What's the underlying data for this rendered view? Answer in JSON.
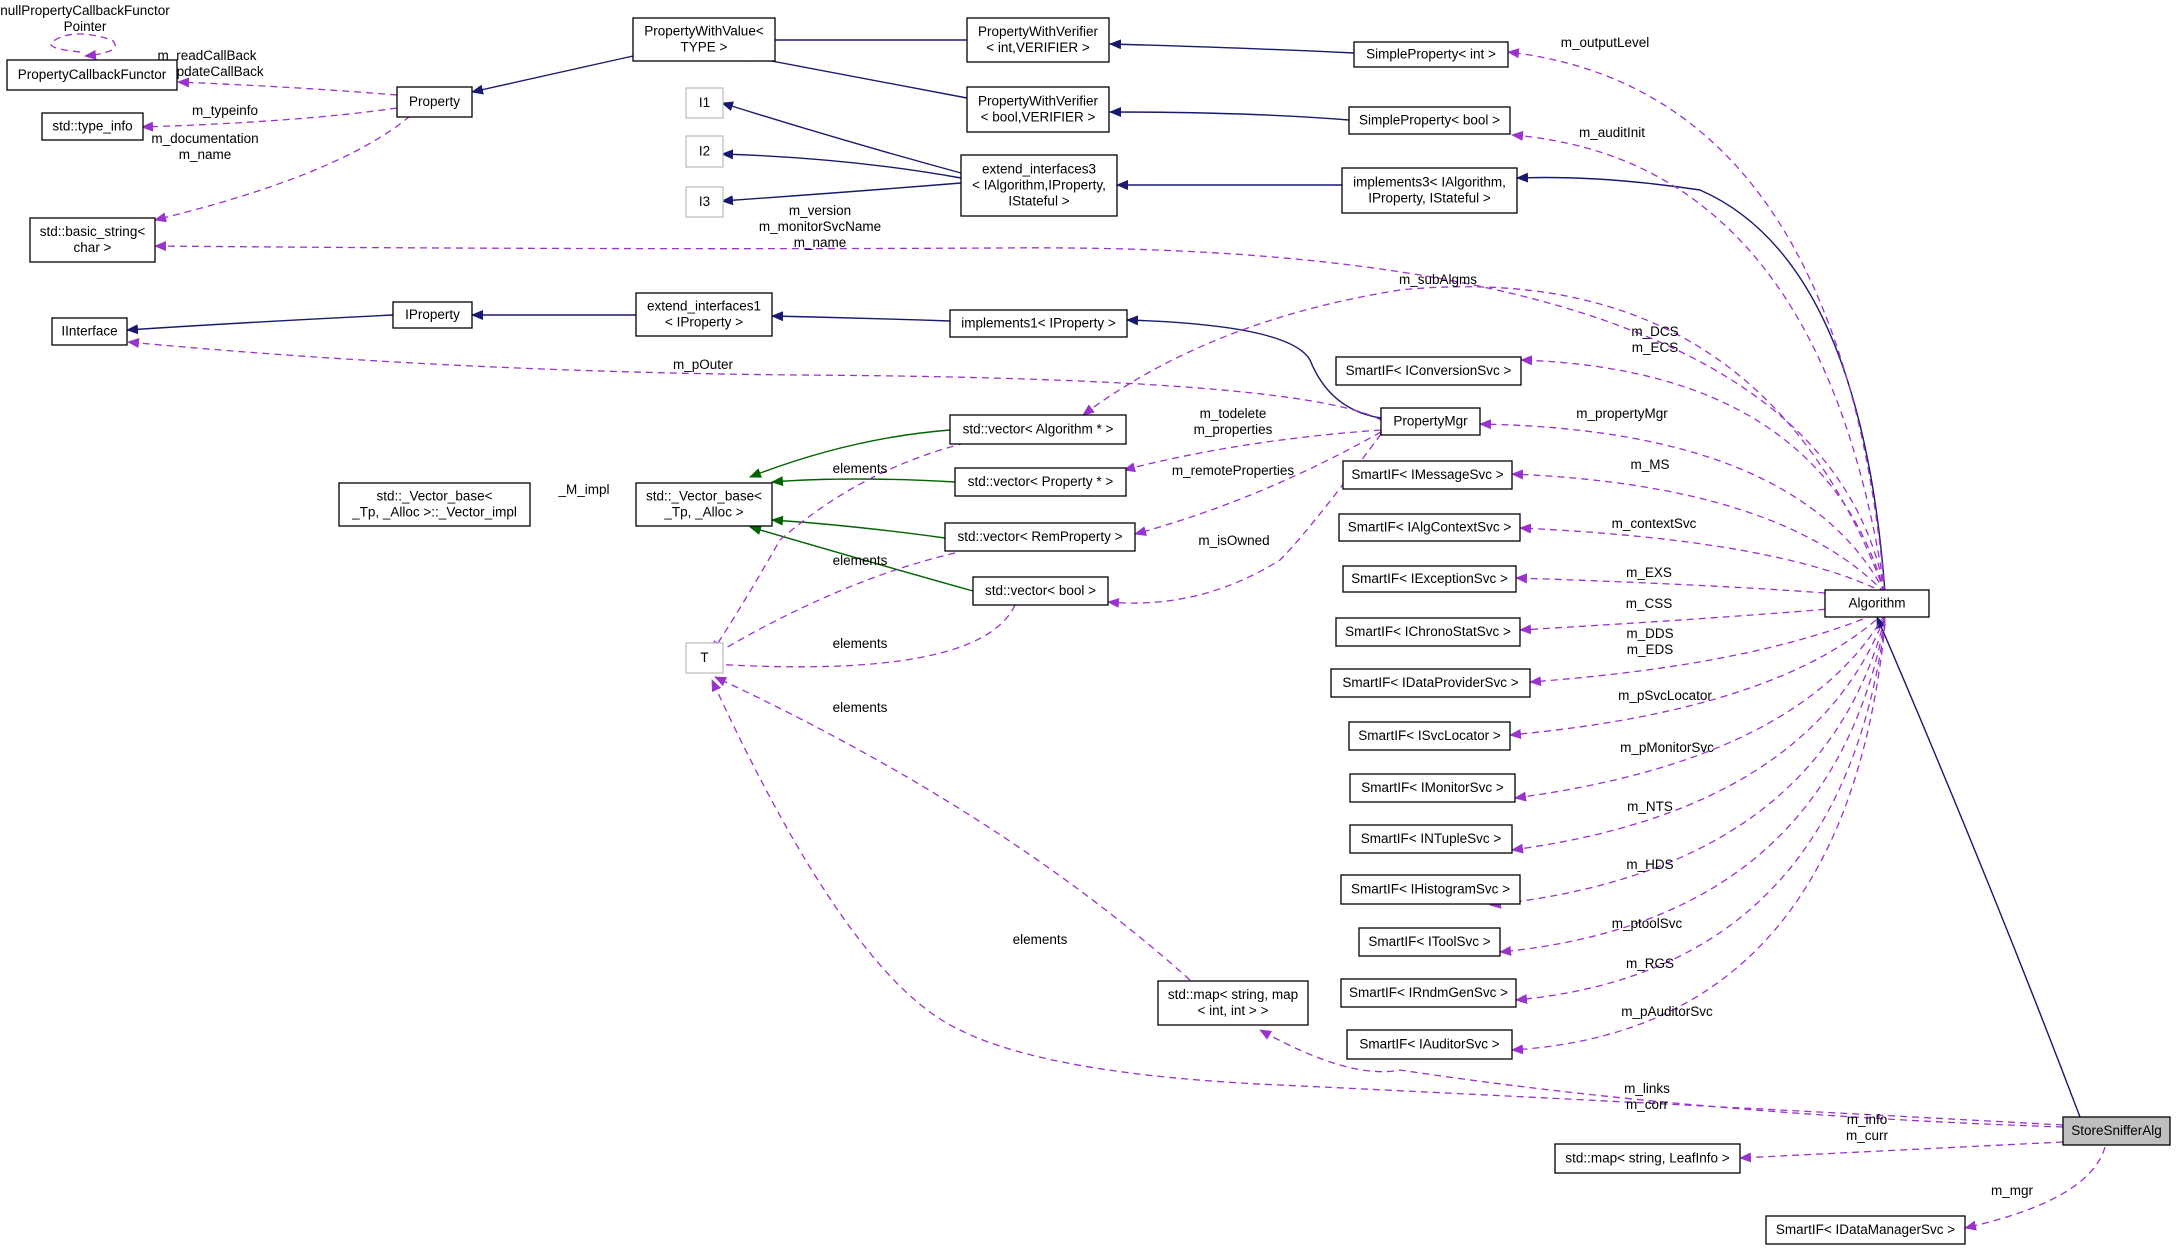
{
  "nodes": {
    "nullProp": [
      "nullPropertyCallbackFunctor",
      "Pointer"
    ],
    "pcf": [
      "PropertyCallbackFunctor"
    ],
    "typeinfo": [
      "std::type_info"
    ],
    "basicstr": [
      "std::basic_string<",
      "char >"
    ],
    "iinterface": [
      "IInterface"
    ],
    "property": [
      "Property"
    ],
    "pwv": [
      "PropertyWithValue<",
      "TYPE >"
    ],
    "pwvInt": [
      "PropertyWithVerifier",
      "< int,VERIFIER >"
    ],
    "pwvBool": [
      "PropertyWithVerifier",
      "< bool,VERIFIER >"
    ],
    "spInt": [
      "SimpleProperty< int >"
    ],
    "spBool": [
      "SimpleProperty< bool >"
    ],
    "i1": [
      "I1"
    ],
    "i2": [
      "I2"
    ],
    "i3": [
      "I3"
    ],
    "ext3": [
      "extend_interfaces3",
      "< IAlgorithm,IProperty,",
      "IStateful >"
    ],
    "impl3": [
      "implements3< IAlgorithm,",
      "IProperty, IStateful >"
    ],
    "iproperty": [
      "IProperty"
    ],
    "ext1": [
      "extend_interfaces1",
      "< IProperty >"
    ],
    "impl1": [
      "implements1< IProperty >"
    ],
    "vecImpl": [
      "std::_Vector_base<",
      "_Tp, _Alloc >::_Vector_impl"
    ],
    "vecBase": [
      "std::_Vector_base<",
      "_Tp, _Alloc >"
    ],
    "vecAlg": [
      "std::vector< Algorithm * >"
    ],
    "vecProp": [
      "std::vector< Property * >"
    ],
    "vecRem": [
      "std::vector< RemProperty >"
    ],
    "vecBool": [
      "std::vector< bool >"
    ],
    "T": [
      "T"
    ],
    "propMgr": [
      "PropertyMgr"
    ],
    "sConv": [
      "SmartIF< IConversionSvc >"
    ],
    "sMsg": [
      "SmartIF< IMessageSvc >"
    ],
    "sCtx": [
      "SmartIF< IAlgContextSvc >"
    ],
    "sExc": [
      "SmartIF< IExceptionSvc >"
    ],
    "sChr": [
      "SmartIF< IChronoStatSvc >"
    ],
    "sDP": [
      "SmartIF< IDataProviderSvc >"
    ],
    "sSvcLoc": [
      "SmartIF< ISvcLocator >"
    ],
    "sMon": [
      "SmartIF< IMonitorSvc >"
    ],
    "sNT": [
      "SmartIF< INTupleSvc >"
    ],
    "sHist": [
      "SmartIF< IHistogramSvc >"
    ],
    "sTool": [
      "SmartIF< IToolSvc >"
    ],
    "sRnd": [
      "SmartIF< IRndmGenSvc >"
    ],
    "sAud": [
      "SmartIF< IAuditorSvc >"
    ],
    "algorithm": [
      "Algorithm"
    ],
    "mapStr": [
      "std::map< string, map",
      "< int, int > >"
    ],
    "mapLeaf": [
      "std::map< string, LeafInfo >"
    ],
    "storeSniffer": [
      "StoreSnifferAlg"
    ],
    "sDM": [
      "SmartIF< IDataManagerSvc >"
    ]
  },
  "edge_labels": {
    "readCB": [
      "m_readCallBack",
      "m_updateCallBack"
    ],
    "typeinfo": [
      "m_typeinfo"
    ],
    "docName": [
      "m_documentation",
      "m_name"
    ],
    "version": [
      "m_version",
      "m_monitorSvcName",
      "m_name"
    ],
    "outputLevel": [
      "m_outputLevel"
    ],
    "auditInit": [
      "m_auditInit"
    ],
    "subAlgms": [
      "m_subAlgms"
    ],
    "dcsEcs": [
      "m_DCS",
      "m_ECS"
    ],
    "pOuter": [
      "m_pOuter"
    ],
    "propertyMgr": [
      "m_propertyMgr"
    ],
    "todelete": [
      "m_todelete",
      "m_properties"
    ],
    "mimpl": [
      "_M_impl"
    ],
    "elemAlg": [
      "elements"
    ],
    "remote": [
      "m_remoteProperties"
    ],
    "ms": [
      "m_MS"
    ],
    "contextSvc": [
      "m_contextSvc"
    ],
    "isOwned": [
      "m_isOwned"
    ],
    "elemRem": [
      "elements"
    ],
    "exs": [
      "m_EXS"
    ],
    "css": [
      "m_CSS"
    ],
    "elemBool": [
      "elements"
    ],
    "ddsEds": [
      "m_DDS",
      "m_EDS"
    ],
    "svcLocator": [
      "m_pSvcLocator"
    ],
    "elemT": [
      "elements"
    ],
    "monitorSvc": [
      "m_pMonitorSvc"
    ],
    "nts": [
      "m_NTS"
    ],
    "hds": [
      "m_HDS"
    ],
    "toolSvc": [
      "m_ptoolSvc"
    ],
    "elemMap": [
      "elements"
    ],
    "rgs": [
      "m_RGS"
    ],
    "auditorSvc": [
      "m_pAuditorSvc"
    ],
    "linksCorr": [
      "m_links",
      "m_corr"
    ],
    "infoCurr": [
      "m_info",
      "m_curr"
    ],
    "mgr": [
      "m_mgr"
    ]
  },
  "colors": {
    "inheritance": "#191970",
    "template": "#006400",
    "usage": "#9a32cd",
    "current_fill": "#bfbfbf"
  }
}
